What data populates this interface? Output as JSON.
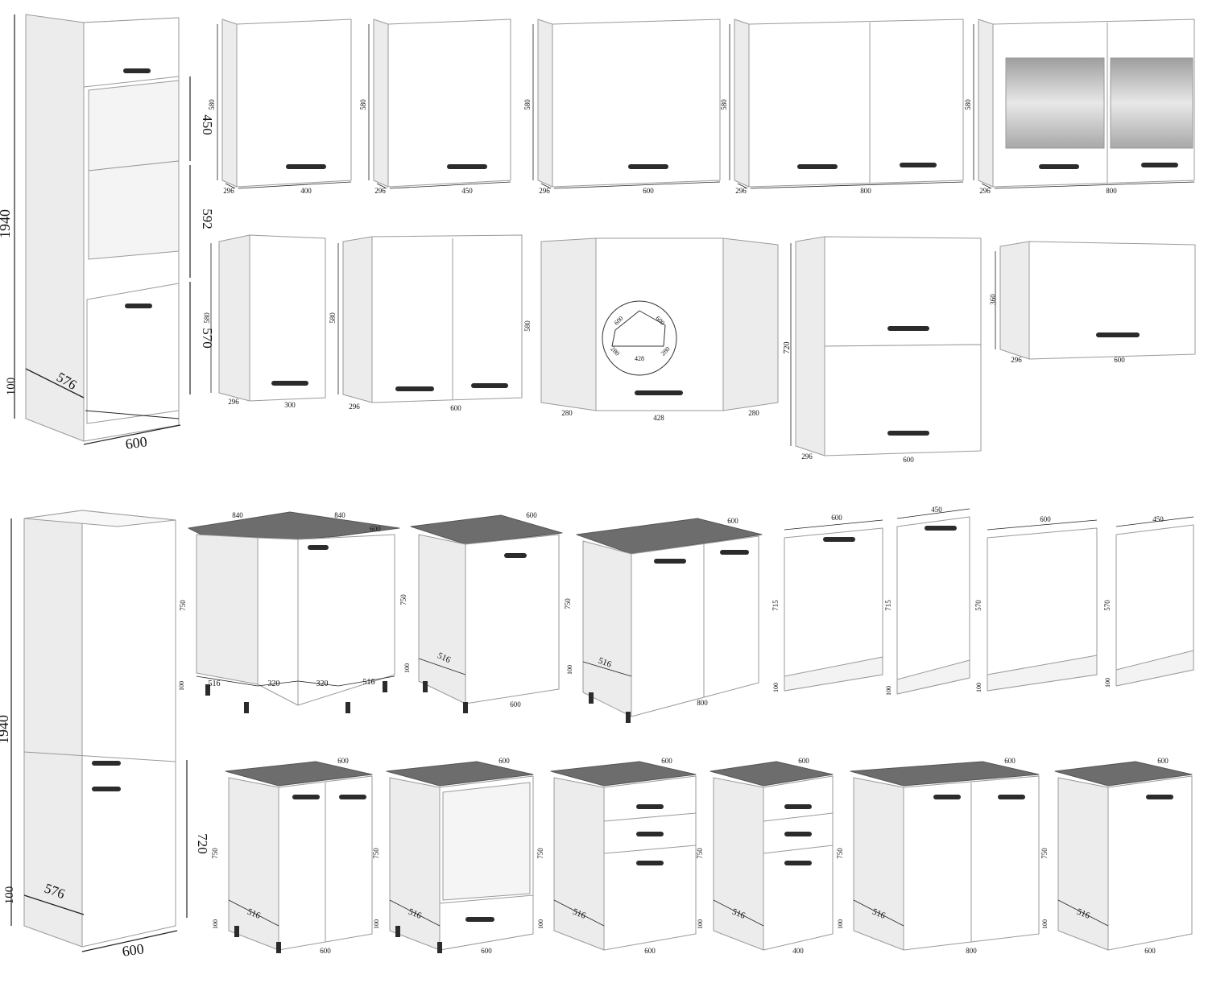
{
  "colors": {
    "cabinet_face": "#ffffff",
    "cabinet_side": "#ececec",
    "cabinet_shadow": "#d9d9d9",
    "outline": "#9a9a9a",
    "handle": "#2b2b2b",
    "countertop": "#6d6d6d",
    "countertop_edge": "#555555",
    "dimension_line": "#222222",
    "glass": "#c8c8c8"
  },
  "icons": {
    "handle": "bar-handle",
    "leg": "adjustable-leg"
  },
  "tall_cabinets": [
    {
      "name": "oven-housing-tall-cabinet",
      "dims": {
        "height": "1940",
        "niche_top": "450",
        "niche_mid": "592",
        "door": "570",
        "plinth": "100",
        "depth": "576",
        "width": "600"
      }
    },
    {
      "name": "fridge-tall-cabinet",
      "dims": {
        "height": "1940",
        "door": "720",
        "plinth": "100",
        "depth": "576",
        "width": "600"
      }
    }
  ],
  "wall_cabinets_row1": [
    {
      "name": "wall-cabinet-400",
      "height": "580",
      "depth": "296",
      "width": "400"
    },
    {
      "name": "wall-cabinet-450",
      "height": "580",
      "depth": "296",
      "width": "450"
    },
    {
      "name": "wall-cabinet-600",
      "height": "580",
      "depth": "296",
      "width": "600"
    },
    {
      "name": "wall-cabinet-800-double",
      "height": "580",
      "depth": "296",
      "width": "800"
    },
    {
      "name": "wall-cabinet-800-glass",
      "height": "580",
      "depth": "296",
      "width": "800"
    }
  ],
  "wall_cabinets_row2": [
    {
      "name": "wall-cabinet-300",
      "height": "580",
      "depth": "296",
      "width": "300"
    },
    {
      "name": "wall-cabinet-600-double",
      "height": "580",
      "depth": "296",
      "width": "600"
    },
    {
      "name": "wall-corner-cabinet",
      "height": "580",
      "side_left": "280",
      "front": "428",
      "side_right": "280",
      "plan": {
        "a": "600",
        "b": "600",
        "c": "280",
        "d": "280",
        "e": "428"
      }
    },
    {
      "name": "wall-cabinet-720-flap",
      "height": "720",
      "depth": "296",
      "width": "600"
    },
    {
      "name": "wall-cabinet-360-flap",
      "height": "360",
      "depth": "296",
      "width": "600"
    }
  ],
  "base_cabinets_row1": [
    {
      "name": "base-corner-cabinet",
      "width_left": "840",
      "width_right": "840",
      "depth_right": "600",
      "height": "750",
      "plinth": "100",
      "labels": [
        "516",
        "320",
        "320",
        "516"
      ]
    },
    {
      "name": "base-cabinet-600-single",
      "top_width": "600",
      "height": "750",
      "plinth": "100",
      "depth": "516",
      "width": "600"
    },
    {
      "name": "base-cabinet-800-double",
      "top_width": "600",
      "height": "750",
      "plinth": "100",
      "depth": "516",
      "width": "800"
    }
  ],
  "panels": [
    {
      "name": "dishwasher-panel-600",
      "width": "600",
      "height": "715",
      "plinth": "100",
      "handle": true
    },
    {
      "name": "dishwasher-panel-450",
      "width": "450",
      "height": "715",
      "plinth": "100",
      "handle": true
    },
    {
      "name": "end-panel-600",
      "width": "600",
      "height": "570",
      "plinth": "100",
      "handle": false
    },
    {
      "name": "end-panel-450",
      "width": "450",
      "height": "570",
      "plinth": "100",
      "handle": false
    }
  ],
  "base_cabinets_row2": [
    {
      "name": "base-cabinet-600-double-door",
      "top": "600",
      "height": "750",
      "plinth": "100",
      "depth": "516",
      "width": "600"
    },
    {
      "name": "base-oven-cabinet",
      "top": "600",
      "height": "750",
      "plinth": "100",
      "depth": "516",
      "width": "600"
    },
    {
      "name": "base-drawer-cabinet-600",
      "top": "600",
      "height": "750",
      "plinth": "100",
      "depth": "516",
      "width": "600"
    },
    {
      "name": "base-drawer-cabinet-400",
      "top": "600",
      "height": "750",
      "plinth": "100",
      "depth": "516",
      "width": "400"
    },
    {
      "name": "base-cabinet-800-double-door",
      "top": "600",
      "height": "750",
      "plinth": "100",
      "depth": "516",
      "width": "800"
    },
    {
      "name": "base-cabinet-600-single-door",
      "top": "600",
      "height": "750",
      "plinth": "100",
      "depth": "516",
      "width": "600"
    }
  ]
}
